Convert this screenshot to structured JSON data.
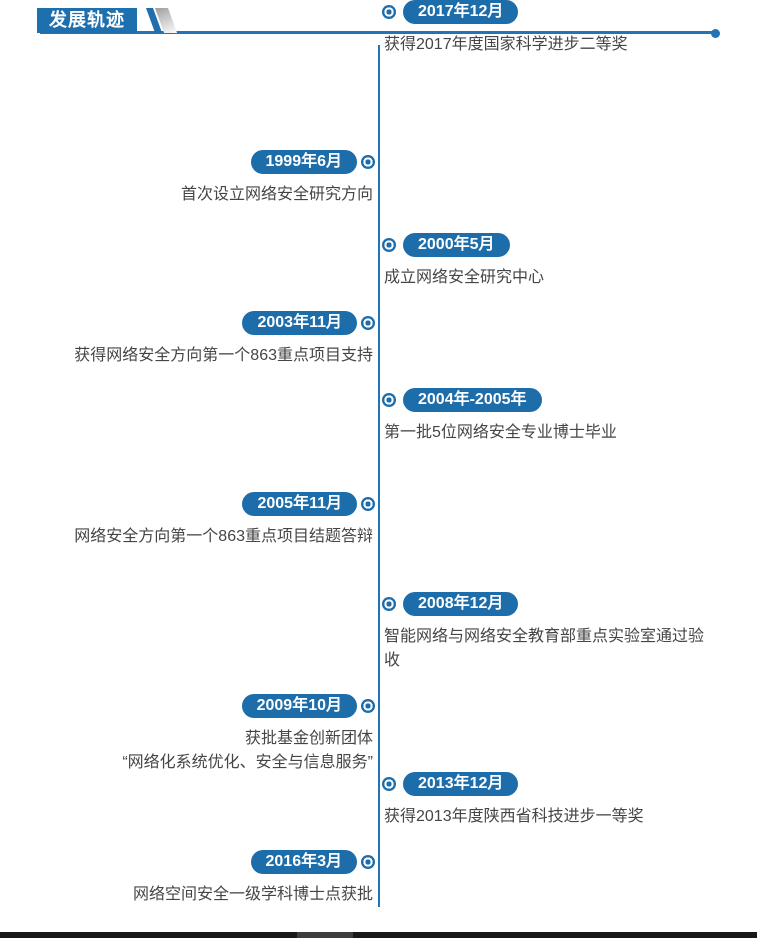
{
  "page": {
    "title": "发展轨迹",
    "accent_color": "#2273b7",
    "badge_color": "#1d6dab",
    "text_color": "#454545"
  },
  "timeline": {
    "items": [
      {
        "date": "1999年6月",
        "side": "left",
        "description": "首次设立网络安全研究方向"
      },
      {
        "date": "2000年5月",
        "side": "right",
        "description": "成立网络安全研究中心"
      },
      {
        "date": "2003年11月",
        "side": "left",
        "description": "获得网络安全方向第一个863重点项目支持"
      },
      {
        "date": "2004年-2005年",
        "side": "right",
        "description": "第一批5位网络安全专业博士毕业"
      },
      {
        "date": "2005年11月",
        "side": "left",
        "description": "网络安全方向第一个863重点项目结题答辩"
      },
      {
        "date": "2008年12月",
        "side": "right",
        "description": "智能网络与网络安全教育部重点实验室通过验收"
      },
      {
        "date": "2009年10月",
        "side": "left",
        "description": "获批基金创新团体\n“网络化系统优化、安全与信息服务”"
      },
      {
        "date": "2013年12月",
        "side": "right",
        "description": "获得2013年度陕西省科技进步一等奖"
      },
      {
        "date": "2016年3月",
        "side": "left",
        "description": "网络空间安全一级学科博士点获批"
      },
      {
        "date": "2017年12月",
        "side": "right",
        "description": "获得2017年度国家科学进步二等奖"
      }
    ]
  }
}
